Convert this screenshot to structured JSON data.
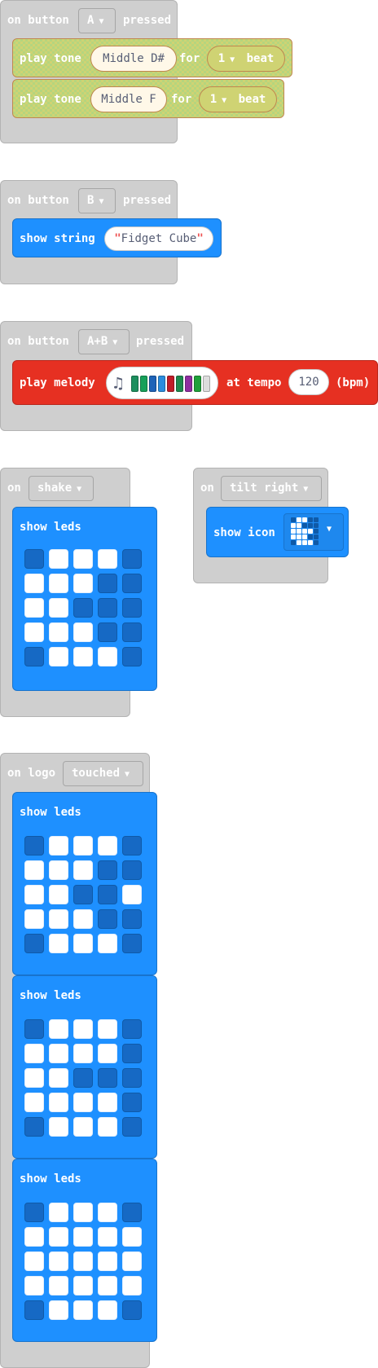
{
  "events": {
    "button_a": {
      "on": "on button",
      "button": "A",
      "suffix": "pressed"
    },
    "button_b": {
      "on": "on button",
      "button": "B",
      "suffix": "pressed"
    },
    "button_ab": {
      "on": "on button",
      "button": "A+B",
      "suffix": "pressed"
    },
    "shake": {
      "on": "on",
      "gesture": "shake"
    },
    "tilt": {
      "on": "on",
      "gesture": "tilt right"
    },
    "logo": {
      "on": "on logo",
      "action": "touched"
    }
  },
  "blocks": {
    "tone1": {
      "label": "play tone",
      "note": "Middle D#",
      "for": "for",
      "beats": "1",
      "beat": "beat"
    },
    "tone2": {
      "label": "play tone",
      "note": "Middle F",
      "for": "for",
      "beats": "1",
      "beat": "beat"
    },
    "show_string": {
      "label": "show string",
      "value": "Fidget Cube"
    },
    "melody": {
      "label": "play melody",
      "at_tempo": "at tempo",
      "tempo": "120",
      "bpm": "(bpm)",
      "colors": [
        "#1d8f5e",
        "#17a05a",
        "#1e63b8",
        "#2b8cde",
        "#c01d28",
        "#1e8a4e",
        "#8e2ea0",
        "#1fa03a",
        "#dddddd"
      ]
    },
    "show_leds_label": "show leds",
    "show_icon_label": "show icon"
  },
  "icon_glyph": "♫",
  "leds": {
    "shake": [
      [
        0,
        1,
        1,
        1,
        0
      ],
      [
        1,
        1,
        1,
        0,
        0
      ],
      [
        1,
        1,
        0,
        0,
        0
      ],
      [
        1,
        1,
        1,
        0,
        0
      ],
      [
        0,
        1,
        1,
        1,
        0
      ]
    ],
    "logo1": [
      [
        0,
        1,
        1,
        1,
        0
      ],
      [
        1,
        1,
        1,
        0,
        0
      ],
      [
        1,
        1,
        0,
        0,
        1
      ],
      [
        1,
        1,
        1,
        0,
        0
      ],
      [
        0,
        1,
        1,
        1,
        0
      ]
    ],
    "logo2": [
      [
        0,
        1,
        1,
        1,
        0
      ],
      [
        1,
        1,
        1,
        1,
        0
      ],
      [
        1,
        1,
        0,
        0,
        0
      ],
      [
        1,
        1,
        1,
        1,
        0
      ],
      [
        0,
        1,
        1,
        1,
        0
      ]
    ],
    "logo3": [
      [
        0,
        1,
        1,
        1,
        0
      ],
      [
        1,
        1,
        1,
        1,
        1
      ],
      [
        1,
        1,
        1,
        1,
        1
      ],
      [
        1,
        1,
        1,
        1,
        1
      ],
      [
        0,
        1,
        1,
        1,
        0
      ]
    ]
  },
  "tilt_icon": [
    [
      0,
      1,
      1,
      0,
      0
    ],
    [
      1,
      1,
      0,
      0,
      0
    ],
    [
      1,
      1,
      1,
      1,
      0
    ],
    [
      1,
      1,
      1,
      0,
      0
    ],
    [
      0,
      1,
      1,
      1,
      0
    ]
  ]
}
